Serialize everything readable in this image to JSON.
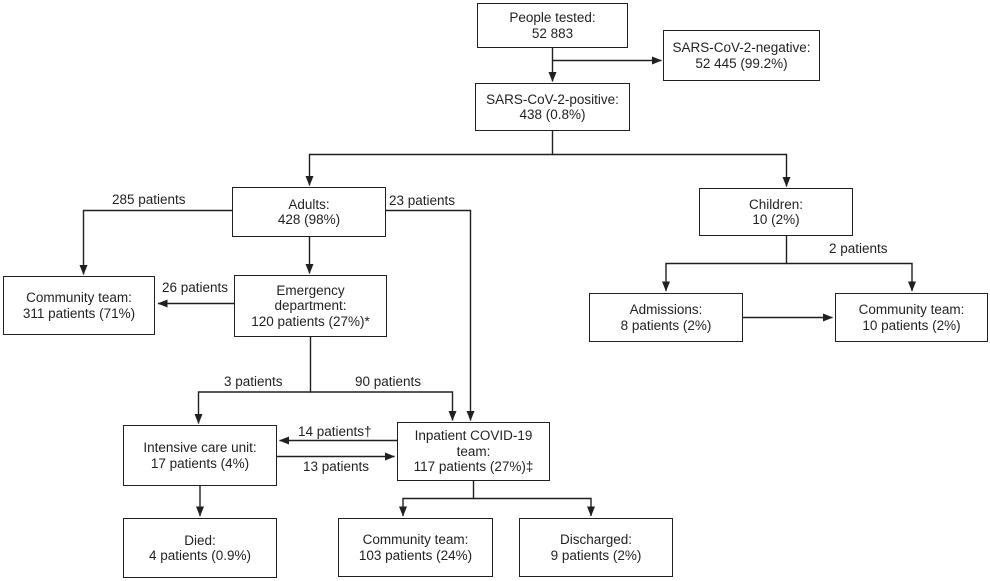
{
  "figure": {
    "type": "patient-flow-diagram",
    "background": "#ffffff",
    "line_color": "#231f20",
    "text_color": "#231f20"
  },
  "nodes": [
    {
      "id": "people_tested",
      "lines": [
        "People tested:",
        "52 883"
      ]
    },
    {
      "id": "sars_cov_2_negative",
      "lines": [
        "SARS-CoV-2-negative:",
        "52 445 (99.2%)"
      ]
    },
    {
      "id": "sars_cov_2_positive",
      "lines": [
        "SARS-CoV-2-positive:",
        "438 (0.8%)"
      ]
    },
    {
      "id": "adults",
      "lines": [
        "Adults:",
        "428 (98%)"
      ]
    },
    {
      "id": "children",
      "lines": [
        "Children:",
        "10 (2%)"
      ]
    },
    {
      "id": "community_team_adults",
      "lines": [
        "Community team:",
        "311 patients (71%)"
      ]
    },
    {
      "id": "emergency_department",
      "lines": [
        "Emergency",
        "department:",
        "120 patients (27%)*"
      ]
    },
    {
      "id": "admissions_children",
      "lines": [
        "Admissions:",
        "8 patients (2%)"
      ]
    },
    {
      "id": "community_team_children",
      "lines": [
        "Community team:",
        "10 patients (2%)"
      ]
    },
    {
      "id": "intensive_care_unit",
      "lines": [
        "Intensive care unit:",
        "17 patients (4%)"
      ]
    },
    {
      "id": "inpatient_covid19_team",
      "lines": [
        "Inpatient COVID-19",
        "team:",
        "117 patients (27%)‡"
      ]
    },
    {
      "id": "died",
      "lines": [
        "Died:",
        "4 patients (0.9%)"
      ]
    },
    {
      "id": "community_team_inpatient",
      "lines": [
        "Community team:",
        "103 patients (24%)"
      ]
    },
    {
      "id": "discharged",
      "lines": [
        "Discharged:",
        "9 patients (2%)"
      ]
    }
  ],
  "edges": [
    {
      "from": "people_tested",
      "to": "sars_cov_2_positive",
      "label": ""
    },
    {
      "from": "people_tested",
      "to": "sars_cov_2_negative",
      "label": ""
    },
    {
      "from": "sars_cov_2_positive",
      "to": "adults",
      "label": ""
    },
    {
      "from": "sars_cov_2_positive",
      "to": "children",
      "label": ""
    },
    {
      "from": "adults",
      "to": "community_team_adults",
      "label": "285 patients"
    },
    {
      "from": "adults",
      "to": "inpatient_covid19_team",
      "label": "23 patients"
    },
    {
      "from": "adults",
      "to": "emergency_department",
      "label": ""
    },
    {
      "from": "emergency_department",
      "to": "community_team_adults",
      "label": "26 patients"
    },
    {
      "from": "emergency_department",
      "to": "intensive_care_unit",
      "label": "3 patients"
    },
    {
      "from": "emergency_department",
      "to": "inpatient_covid19_team",
      "label": "90 patients"
    },
    {
      "from": "inpatient_covid19_team",
      "to": "intensive_care_unit",
      "label": "14 patients†"
    },
    {
      "from": "intensive_care_unit",
      "to": "inpatient_covid19_team",
      "label": "13 patients"
    },
    {
      "from": "intensive_care_unit",
      "to": "died",
      "label": ""
    },
    {
      "from": "inpatient_covid19_team",
      "to": "community_team_inpatient",
      "label": ""
    },
    {
      "from": "inpatient_covid19_team",
      "to": "discharged",
      "label": ""
    },
    {
      "from": "children",
      "to": "admissions_children",
      "label": ""
    },
    {
      "from": "children",
      "to": "community_team_children",
      "label": "2 patients"
    },
    {
      "from": "admissions_children",
      "to": "community_team_children",
      "label": ""
    }
  ]
}
